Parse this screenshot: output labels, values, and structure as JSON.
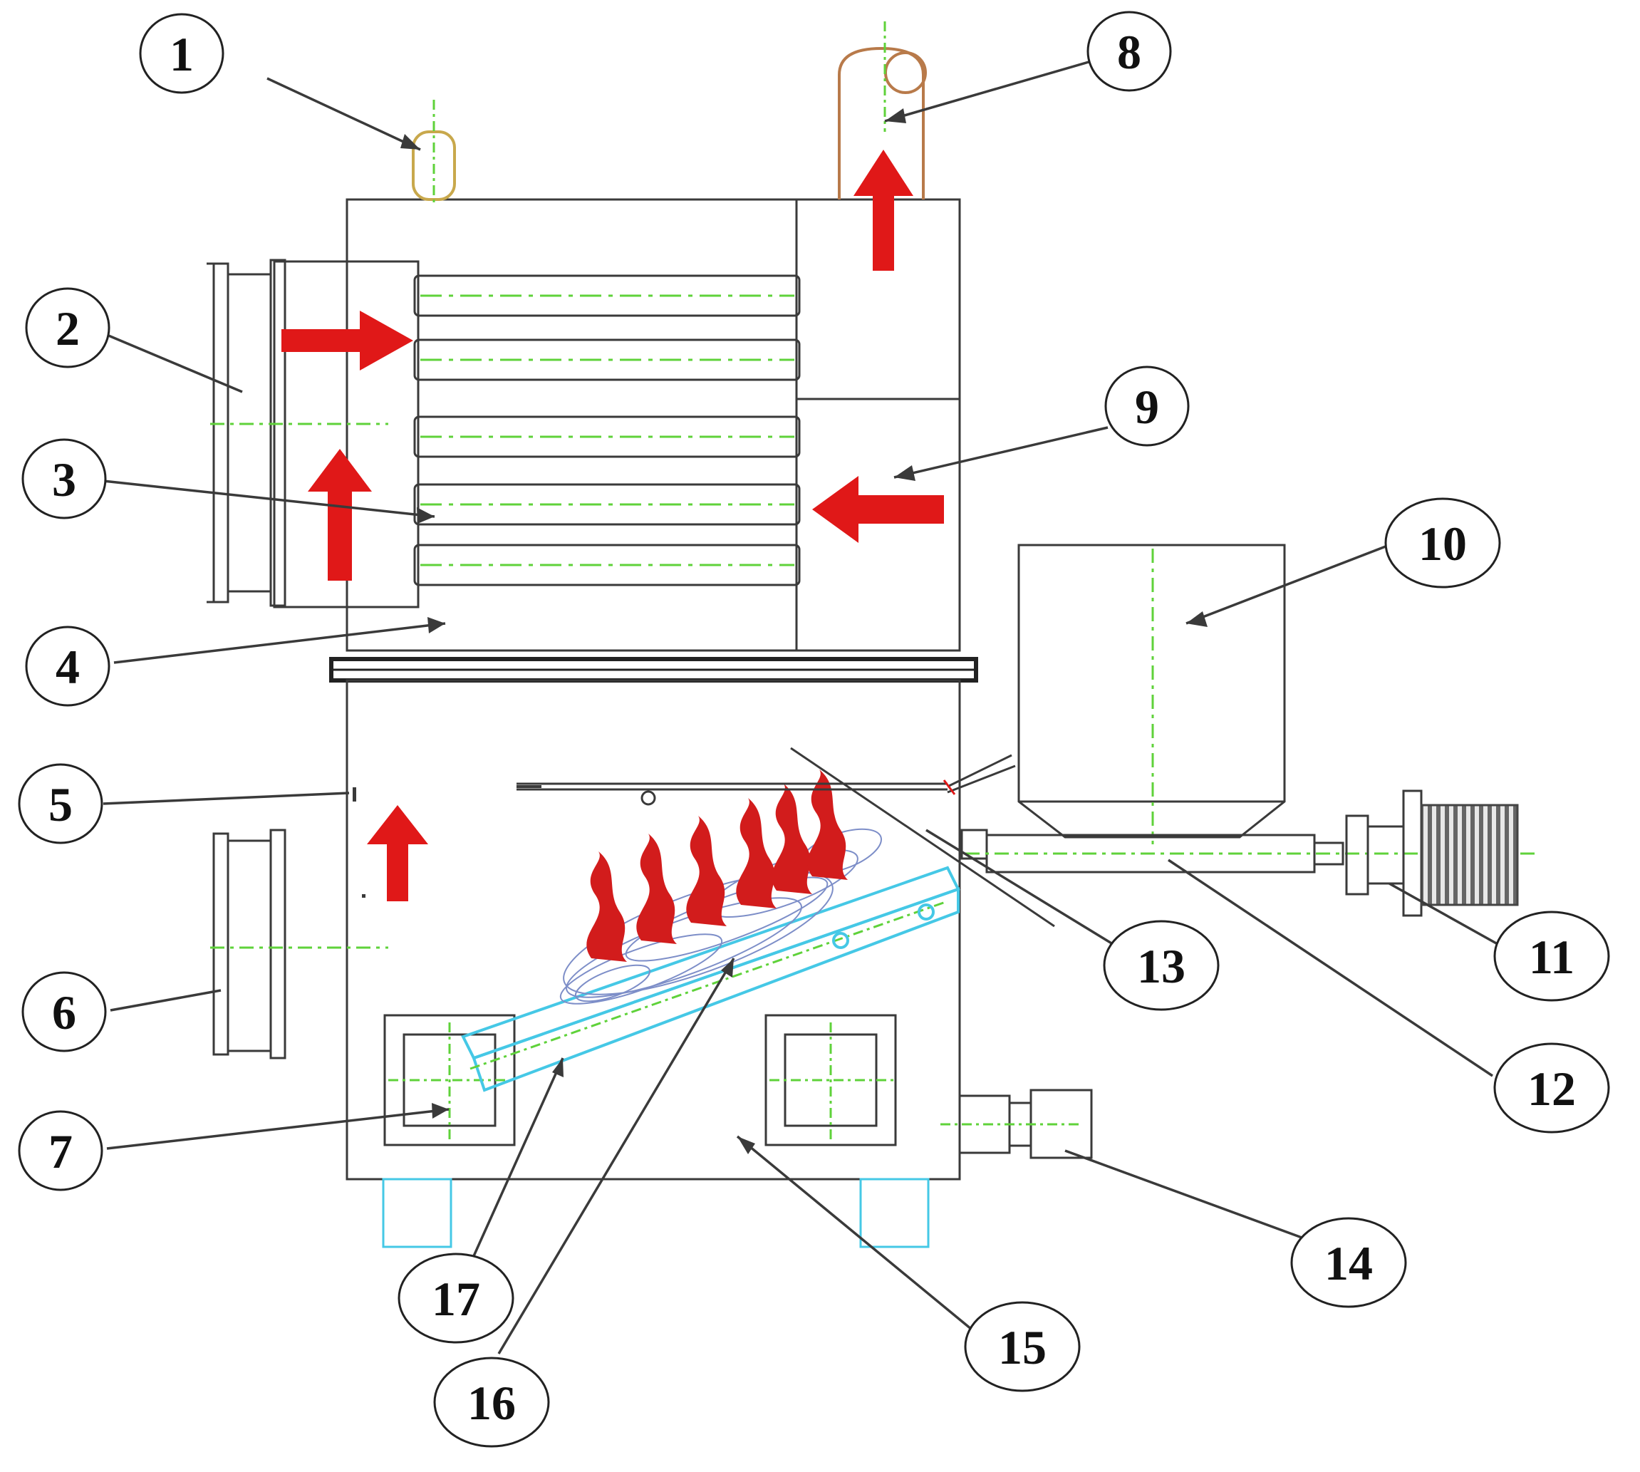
{
  "colors": {
    "outline": "#3a3a3a",
    "centerline": "#5fd23a",
    "flow_arrow": "#e01818",
    "pipe": "#c8843c",
    "flue_pipe": "#b87a4a",
    "cyan_part": "#45c8e6",
    "feeder_dark": "#555555"
  },
  "callouts": [
    {
      "id": "1",
      "label": "1"
    },
    {
      "id": "2",
      "label": "2"
    },
    {
      "id": "3",
      "label": "3"
    },
    {
      "id": "4",
      "label": "4"
    },
    {
      "id": "5",
      "label": "5"
    },
    {
      "id": "6",
      "label": "6"
    },
    {
      "id": "7",
      "label": "7"
    },
    {
      "id": "8",
      "label": "8"
    },
    {
      "id": "9",
      "label": "9"
    },
    {
      "id": "10",
      "label": "10"
    },
    {
      "id": "11",
      "label": "11"
    },
    {
      "id": "12",
      "label": "12"
    },
    {
      "id": "13",
      "label": "13"
    },
    {
      "id": "14",
      "label": "14"
    },
    {
      "id": "15",
      "label": "15"
    },
    {
      "id": "16",
      "label": "16"
    },
    {
      "id": "17",
      "label": "17"
    }
  ]
}
